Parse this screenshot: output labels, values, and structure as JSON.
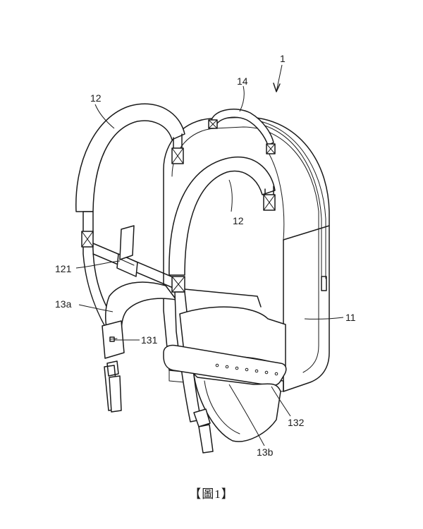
{
  "figure": {
    "caption": "【圖1】",
    "labels": {
      "ref_1": "1",
      "ref_14": "14",
      "ref_12_left": "12",
      "ref_12_right": "12",
      "ref_121": "121",
      "ref_13a": "13a",
      "ref_131": "131",
      "ref_11": "11",
      "ref_132": "132",
      "ref_13b": "13b"
    }
  }
}
